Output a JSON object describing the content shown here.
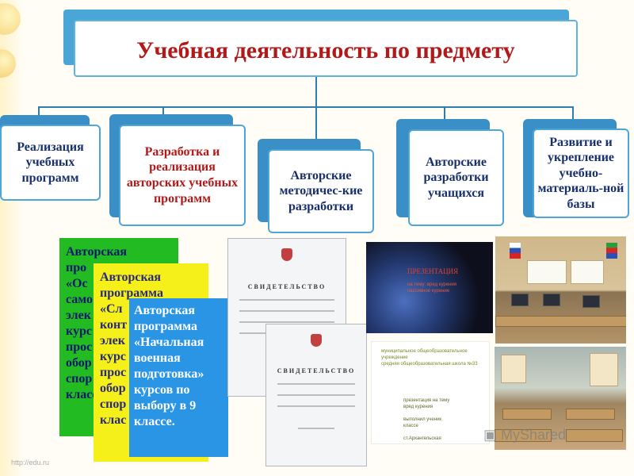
{
  "title": "Учебная деятельность по предмету",
  "categories": [
    {
      "label": "Реализация учебных программ"
    },
    {
      "label": "Разработка и реализация авторских учебных программ"
    },
    {
      "label": "Авторские методичес-кие разработки"
    },
    {
      "label": "Авторские разработки учащихся"
    },
    {
      "label": "Развитие и укрепление учебно-материаль-ной базы"
    }
  ],
  "programs": {
    "green": "Авторская\nпро\n«Ос\nсамо\nэлек\nкурс\nпрос\nобор\nспор\nкласс",
    "yellow": "Авторская\nпрограмма\n«Сл\nконт\nэлек\nкурс\nпрос\nобор\nспор\nклас",
    "blue": "Авторская программа «Начальная военная подготовка» курсов по выбору в 9 классе."
  },
  "certificates": {
    "title": "СВИДЕТЕЛЬСТВО"
  },
  "presentation_slide": {
    "title": "ПРЕЗЕНТАЦИЯ",
    "subtitle": "на тему: вред курения\nпассивное курение"
  },
  "presentation_doc": {
    "heading": "муниципальное общеобразовательное учреждение\nсредняя общеобразовательная школа №33",
    "body": "презентация на тему\nвред курения\n\nвыполнил ученик\nклассе\n\nст.Архангельская"
  },
  "watermark": "MyShared",
  "footer": "http://edu.ru",
  "icons": {
    "watermark": "projector-icon"
  }
}
